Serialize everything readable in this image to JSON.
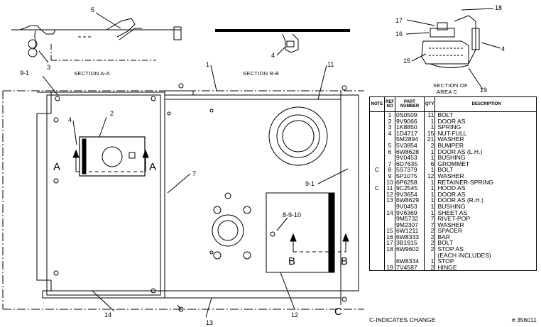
{
  "sections": {
    "a": "SECTION A-A",
    "b": "SECTION B-B",
    "c_line1": "SECTION OF",
    "c_line2": "AREA C"
  },
  "callouts": {
    "c1": "1",
    "c2": "2",
    "c3": "3",
    "c4a": "4",
    "c4b": "4",
    "c4c": "4",
    "c5": "5",
    "c7": "7",
    "c91a": "9-1",
    "c91b": "9-1",
    "c8910": "8-9-10",
    "c11": "11",
    "c12": "12",
    "c13": "13",
    "c14": "14",
    "c15": "15",
    "c16": "16",
    "c17": "17",
    "c18": "18",
    "c19": "19"
  },
  "view_letters": {
    "a_left": "A",
    "a_right": "A",
    "b_left": "B",
    "b_right": "B",
    "c": "C"
  },
  "parts_list": {
    "headers": {
      "note": "NOTE",
      "ref": "REF NO",
      "part": "PART NUMBER",
      "qty": "QTY",
      "desc": "DESCRIPTION"
    },
    "rows": [
      {
        "note": "",
        "ref": "1",
        "part": "0S0509",
        "qty": "11",
        "desc": "BOLT"
      },
      {
        "note": "",
        "ref": "2",
        "part": "9V9066",
        "qty": "1",
        "desc": "DOOR AS"
      },
      {
        "note": "",
        "ref": "3",
        "part": "1K8850",
        "qty": "1",
        "desc": "SPRING"
      },
      {
        "note": "",
        "ref": "4",
        "part": "1D4717",
        "qty": "15",
        "desc": "NUT-FULL"
      },
      {
        "note": "",
        "ref": "",
        "part": "5M2894",
        "qty": "21",
        "desc": "WASHER"
      },
      {
        "note": "",
        "ref": "5",
        "part": "5V3854",
        "qty": "2",
        "desc": "BUMPER"
      },
      {
        "note": "",
        "ref": "6",
        "part": "6W8628",
        "qty": "1",
        "desc": "DOOR AS (L.H.)"
      },
      {
        "note": "",
        "ref": "",
        "part": "9V0453",
        "qty": "1",
        "desc": "   BUSHING"
      },
      {
        "note": "",
        "ref": "7",
        "part": "6D7635",
        "qty": "6",
        "desc": "GROMMET"
      },
      {
        "note": "C",
        "ref": "8",
        "part": "5S7379",
        "qty": "1",
        "desc": "BOLT"
      },
      {
        "note": "",
        "ref": "9",
        "part": "5P1075",
        "qty": "12",
        "desc": "WASHER"
      },
      {
        "note": "",
        "ref": "10",
        "part": "6P6258",
        "qty": "1",
        "desc": "RETAINER-SPRING"
      },
      {
        "note": "C",
        "ref": "11",
        "part": "9C2545",
        "qty": "1",
        "desc": "HOOD AS"
      },
      {
        "note": "",
        "ref": "12",
        "part": "9V3654",
        "qty": "1",
        "desc": "DOOR AS"
      },
      {
        "note": "",
        "ref": "13",
        "part": "6W8629",
        "qty": "1",
        "desc": "DOOR AS (R.H.)"
      },
      {
        "note": "",
        "ref": "",
        "part": "9V0453",
        "qty": "1",
        "desc": "   BUSHING"
      },
      {
        "note": "",
        "ref": "14",
        "part": "9V6369",
        "qty": "1",
        "desc": "SHEET AS"
      },
      {
        "note": "",
        "ref": "",
        "part": "9M5732",
        "qty": "7",
        "desc": "   RIVET-POP"
      },
      {
        "note": "",
        "ref": "",
        "part": "9M2307",
        "qty": "7",
        "desc": "   WASHER"
      },
      {
        "note": "",
        "ref": "15",
        "part": "6W1211",
        "qty": "2",
        "desc": "SPACER"
      },
      {
        "note": "",
        "ref": "16",
        "part": "6W8333",
        "qty": "2",
        "desc": "BAR"
      },
      {
        "note": "",
        "ref": "17",
        "part": "3B1915",
        "qty": "2",
        "desc": "BOLT"
      },
      {
        "note": "",
        "ref": "18",
        "part": "6W9602",
        "qty": "2",
        "desc": "STOP AS"
      },
      {
        "note": "",
        "ref": "",
        "part": "",
        "qty": "",
        "desc": "   (EACH INCLUDES)"
      },
      {
        "note": "",
        "ref": "",
        "part": "6W8334",
        "qty": "1",
        "desc": "   STOP"
      },
      {
        "note": "",
        "ref": "19",
        "part": "7V4587",
        "qty": "2",
        "desc": "HINGE"
      }
    ]
  },
  "footer": {
    "note": "C-INDICATES CHANGE",
    "code": "# 356011"
  }
}
